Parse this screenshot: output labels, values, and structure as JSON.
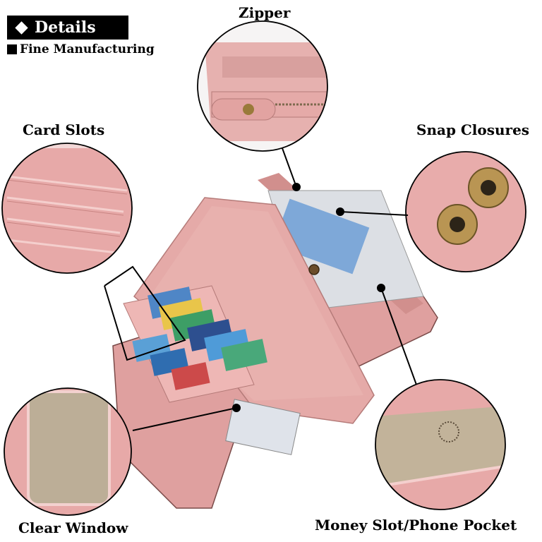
{
  "header": {
    "badge": "Details",
    "subtitle": "Fine Manufacturing"
  },
  "callouts": {
    "zipper": "Zipper",
    "card_slots": "Card Slots",
    "snap_closures": "Snap Closures",
    "clear_window": "Clear Window",
    "money_slot": "Money Slot/Phone Pocket"
  },
  "colors": {
    "leather": "#e7a9a8",
    "leather_dark": "#c98583",
    "metal": "#9a7a3a",
    "window": "#bcae97"
  }
}
